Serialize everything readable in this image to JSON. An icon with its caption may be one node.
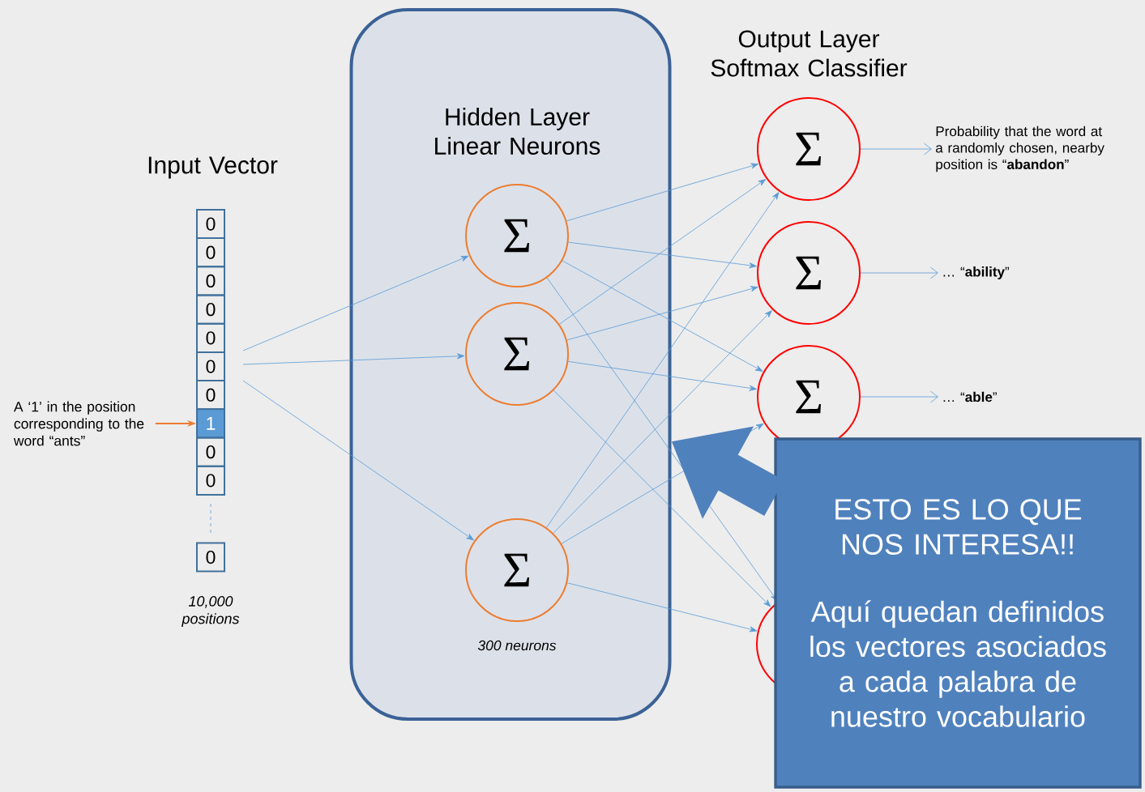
{
  "diagram": {
    "nodes": [
      {
        "text": [
          "A ‘1’ in the position corresponding to the word “ants”"
        ]
      },
      {
        "text": [
          "0"
        ]
      },
      {
        "text": [
          "0"
        ]
      },
      {
        "text": [
          "0"
        ]
      },
      {
        "text": [
          "0"
        ]
      },
      {
        "text": [
          "0"
        ]
      },
      {
        "text": [
          "0"
        ]
      },
      {
        "text": [
          "0"
        ]
      },
      {
        "text": [
          "1"
        ]
      },
      {
        "text": [
          "0"
        ]
      },
      {
        "text": [
          "0"
        ]
      },
      {
        "text": [
          "0"
        ]
      },
      {
        "text": [
          "Hidden Layer Linear Neurons"
        ]
      },
      {
        "text": [
          "Σ"
        ],
        "in": 12
      },
      {
        "text": [
          "Σ"
        ],
        "in": 12
      },
      {
        "text": [
          "Σ"
        ],
        "in": 12,
        "beside": [
          "300 neurons"
        ]
      },
      {
        "text": [
          "Σ"
        ]
      },
      {
        "text": [
          "Σ"
        ]
      },
      {
        "text": [
          "Σ"
        ]
      },
      {
        "text": [],
        "shape": "circle"
      },
      {
        "text": [
          "Probability that the word at a randomly chosen, nearby position is “**abandon**”"
        ]
      },
      {
        "text": [
          "… “**ability**”"
        ]
      },
      {
        "text": [
          "… “**able**”"
        ]
      },
      {
        "text": [
          "ESTO ES LO QUE NOS INTERESA!!",
          "Aquí quedan definidos los vectores asociados a cada palabra de nuestro vocabulario"
        ]
      }
    ],
    "edges": [
      {
        "from": 0,
        "to": 8,
        "arrow": "to",
        "color": "#ed7d31"
      },
      {
        "from": null,
        "to": 13,
        "arrow": "to"
      },
      {
        "from": null,
        "to": 14,
        "arrow": "to"
      },
      {
        "from": null,
        "to": 15,
        "arrow": "to"
      },
      {
        "from": 13,
        "to": 16,
        "arrow": "to"
      },
      {
        "from": 13,
        "to": 17,
        "arrow": "to"
      },
      {
        "from": 13,
        "to": 18,
        "arrow": "to"
      },
      {
        "from": 13,
        "to": 19,
        "arrow": "to"
      },
      {
        "from": 14,
        "to": 16,
        "arrow": "to"
      },
      {
        "from": 14,
        "to": 17,
        "arrow": "to"
      },
      {
        "from": 14,
        "to": 18,
        "arrow": "to"
      },
      {
        "from": 14,
        "to": 19,
        "arrow": "to"
      },
      {
        "from": 15,
        "to": 16,
        "arrow": "to"
      },
      {
        "from": 15,
        "to": 17,
        "arrow": "to"
      },
      {
        "from": 15,
        "to": 18,
        "arrow": "to"
      },
      {
        "from": 15,
        "to": 19,
        "arrow": "to"
      },
      {
        "from": 16,
        "to": 20,
        "arrow": "to"
      },
      {
        "from": 17,
        "to": 21,
        "arrow": "to"
      },
      {
        "from": 18,
        "to": 22,
        "arrow": "to"
      },
      {
        "from": 23,
        "to": 12,
        "arrow": "to",
        "style": "thick",
        "color": "#4f81bd"
      }
    ],
    "labels": [
      "Output Layer Softmax Classifier",
      "Input Vector",
      "10,000 positions"
    ]
  }
}
